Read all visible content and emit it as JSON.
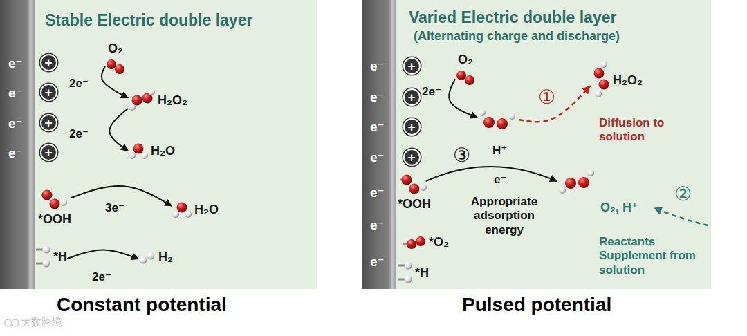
{
  "diagram": {
    "nodes": [
      {
        "text": [
          "Stable Electric double layer"
        ]
      },
      {
        "text": [
          "e⁻",
          "e⁻",
          "e⁻",
          "e⁻"
        ],
        "in": 0
      },
      {
        "text": [
          "+"
        ],
        "in": 0
      },
      {
        "text": [
          "+"
        ],
        "in": 0
      },
      {
        "text": [
          "+"
        ],
        "in": 0
      },
      {
        "text": [
          "+"
        ],
        "in": 0
      },
      {
        "text": [
          "O₂"
        ],
        "in": 0
      },
      {
        "text": [
          "H₂O₂"
        ],
        "in": 0
      },
      {
        "text": [
          "H₂O"
        ],
        "in": 0
      },
      {
        "text": [
          "*OOH"
        ],
        "in": 0
      },
      {
        "text": [
          "H₂O"
        ],
        "in": 0
      },
      {
        "text": [
          "*H"
        ],
        "in": 0
      },
      {
        "text": [
          "H₂"
        ],
        "in": 0
      },
      {
        "text": [
          "Varied Electric double layer",
          "(Alternating charge and discharge)"
        ]
      },
      {
        "text": [
          "e⁻",
          "e⁻",
          "e⁻",
          "e⁻",
          "e⁻",
          "e⁻",
          "e⁻"
        ],
        "in": 13
      },
      {
        "text": [
          "+"
        ],
        "in": 13
      },
      {
        "text": [
          "+"
        ],
        "in": 13
      },
      {
        "text": [
          "+"
        ],
        "in": 13
      },
      {
        "text": [
          "+"
        ],
        "in": 13
      },
      {
        "text": [
          "O₂"
        ],
        "in": 13
      },
      {
        "text": [
          "H₂O₂"
        ],
        "in": 13
      },
      {
        "text": [
          "*OOH"
        ],
        "in": 13
      },
      {
        "text": [
          "*O₂"
        ],
        "in": 13
      },
      {
        "text": [
          "*H"
        ],
        "in": 13
      }
    ],
    "edges": [
      {
        "from": 6,
        "to": 7,
        "label": "2e⁻",
        "arrow": "to"
      },
      {
        "from": 7,
        "to": 8,
        "label": "2e⁻",
        "arrow": "to"
      },
      {
        "from": 9,
        "to": 10,
        "label": "3e⁻",
        "arrow": "to"
      },
      {
        "from": 11,
        "to": 12,
        "label": "2e⁻",
        "arrow": "to"
      },
      {
        "from": 19,
        "to": 20,
        "label": "2e⁻",
        "arrow": "to"
      }
    ],
    "labels": [
      "①",
      "Diffusion to solution",
      "③",
      "H⁺",
      "e⁻",
      "Appropriate adsorption energy",
      "O₂, H⁺",
      "②",
      "Reactants Supplement from solution",
      "Constant potential",
      "Pulsed potential",
      "大数跨境"
    ]
  }
}
